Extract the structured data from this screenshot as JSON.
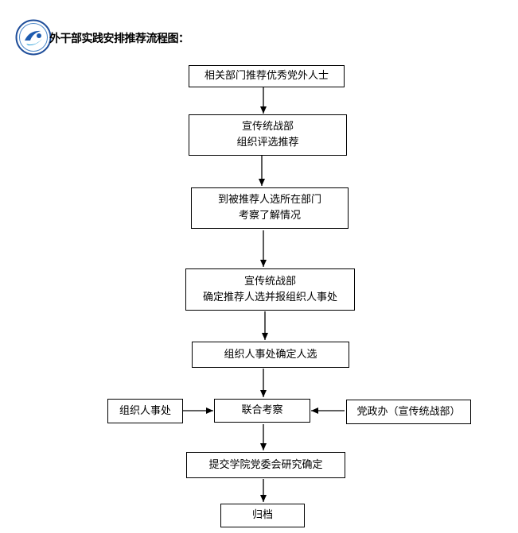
{
  "header": {
    "title": "外干部实践安排推荐流程图："
  },
  "flowchart": {
    "step1": "相关部门推荐优秀党外人士",
    "step2": {
      "line1": "宣传统战部",
      "line2": "组织评选推荐"
    },
    "step3": {
      "line1": "到被推荐人选所在部门",
      "line2": "考察了解情况"
    },
    "step4": {
      "line1": "宣传统战部",
      "line2": "确定推荐人选并报组织人事处"
    },
    "step5": "组织人事处确定人选",
    "step6": "联合考察",
    "side_left": "组织人事处",
    "side_right": "党政办（宣传统战部）",
    "step7": "提交学院党委会研究确定",
    "step8": "归档"
  }
}
